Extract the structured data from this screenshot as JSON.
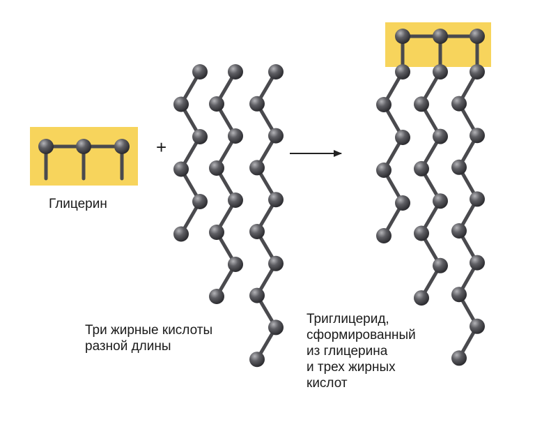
{
  "labels": {
    "glycerin": "Глицерин",
    "acids": [
      "Три жирные кислоты",
      "разной длины"
    ],
    "triglyceride": [
      "Триглицерид,",
      "сформированный",
      "из глицерина",
      "и трех жирных",
      "кислот"
    ],
    "plus": "+"
  },
  "colors": {
    "highlight": "#f7d45c",
    "atom": "#4f4f54",
    "atom_highlight": "#a9a9ae",
    "bond": "#4a4a4e",
    "arrow": "#222222"
  }
}
